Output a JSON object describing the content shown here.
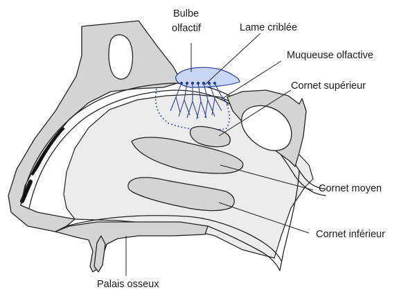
{
  "diagram": {
    "labels": {
      "bulbe_line1": "Bulbe",
      "bulbe_line2": "olfactif",
      "lame": "Lame criblée",
      "muqueuse": "Muqueuse olfactive",
      "cornet_sup": "Cornet supérieur",
      "cornet_moyen": "Cornet moyen",
      "cornet_inf": "Cornet inférieur",
      "palais": "Palais osseux"
    },
    "colors": {
      "bone": "#d4d4d4",
      "cavity": "#ececec",
      "bulb": "#c9d6f5",
      "nerve": "#2d3f9e",
      "line": "#222222"
    }
  }
}
